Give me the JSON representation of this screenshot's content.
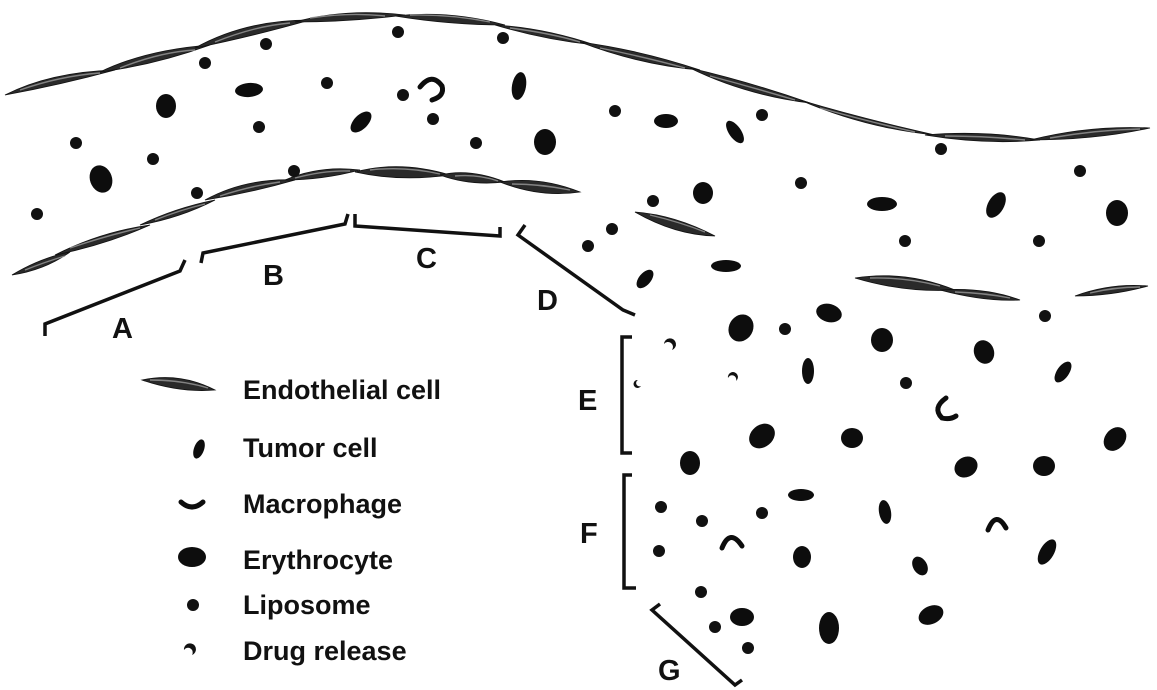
{
  "segment_labels": [
    "A",
    "B",
    "C",
    "D",
    "E",
    "F",
    "G"
  ],
  "legend": {
    "items": [
      {
        "icon": "endothelial-cell-icon",
        "label": "Endothelial cell"
      },
      {
        "icon": "tumor-cell-icon",
        "label": "Tumor cell"
      },
      {
        "icon": "macrophage-icon",
        "label": "Macrophage"
      },
      {
        "icon": "erythrocyte-icon",
        "label": "Erythrocyte"
      },
      {
        "icon": "liposome-icon",
        "label": "Liposome"
      },
      {
        "icon": "drug-release-icon",
        "label": "Drug release"
      }
    ]
  },
  "colors": {
    "ink": "#111111",
    "background": "#ffffff",
    "membrane_highlight": "#9a9a9a"
  }
}
